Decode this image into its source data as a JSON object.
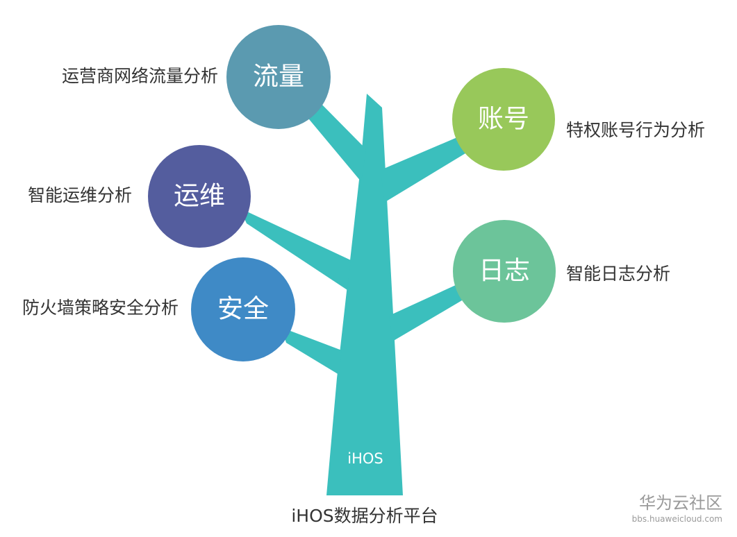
{
  "colors": {
    "tree": "#3bbfbd",
    "liuliang": "#5b9ab0",
    "zhanghao": "#98c85a",
    "yunwei": "#545d9e",
    "rizhi": "#6cc49a",
    "anquan": "#3f8ac6",
    "label_text": "#333333",
    "watermark": "#9a9a9a"
  },
  "nodes": {
    "liuliang": {
      "title": "流量",
      "desc": "运营商网络流量分析"
    },
    "zhanghao": {
      "title": "账号",
      "desc": "特权账号行为分析"
    },
    "yunwei": {
      "title": "运维",
      "desc": "智能运维分析"
    },
    "rizhi": {
      "title": "日志",
      "desc": "智能日志分析"
    },
    "anquan": {
      "title": "安全",
      "desc": "防火墙策略安全分析"
    }
  },
  "trunk_label": "iHOS",
  "caption": "iHOS数据分析平台",
  "watermark": {
    "name": "华为云社区",
    "url": "bbs.huaweicloud.com"
  }
}
